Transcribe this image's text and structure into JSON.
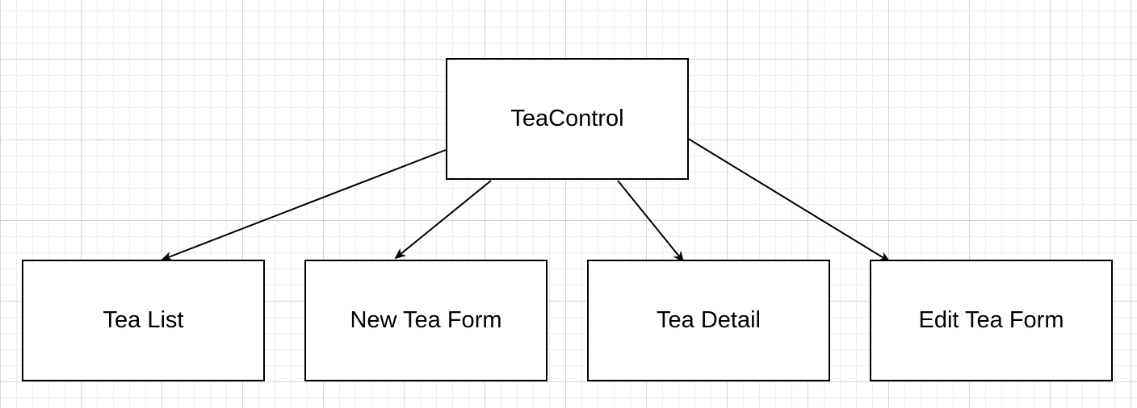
{
  "diagram": {
    "root": {
      "label": "TeaControl"
    },
    "children": [
      {
        "label": "Tea List"
      },
      {
        "label": "New Tea Form"
      },
      {
        "label": "Tea Detail"
      },
      {
        "label": "Edit Tea Form"
      }
    ],
    "edges": [
      {
        "from": "TeaControl",
        "to": "Tea List"
      },
      {
        "from": "TeaControl",
        "to": "New Tea Form"
      },
      {
        "from": "TeaControl",
        "to": "Tea Detail"
      },
      {
        "from": "TeaControl",
        "to": "Edit Tea Form"
      }
    ],
    "colors": {
      "stroke": "#000000",
      "fill": "#ffffff",
      "grid": "#d4d4d4"
    }
  }
}
